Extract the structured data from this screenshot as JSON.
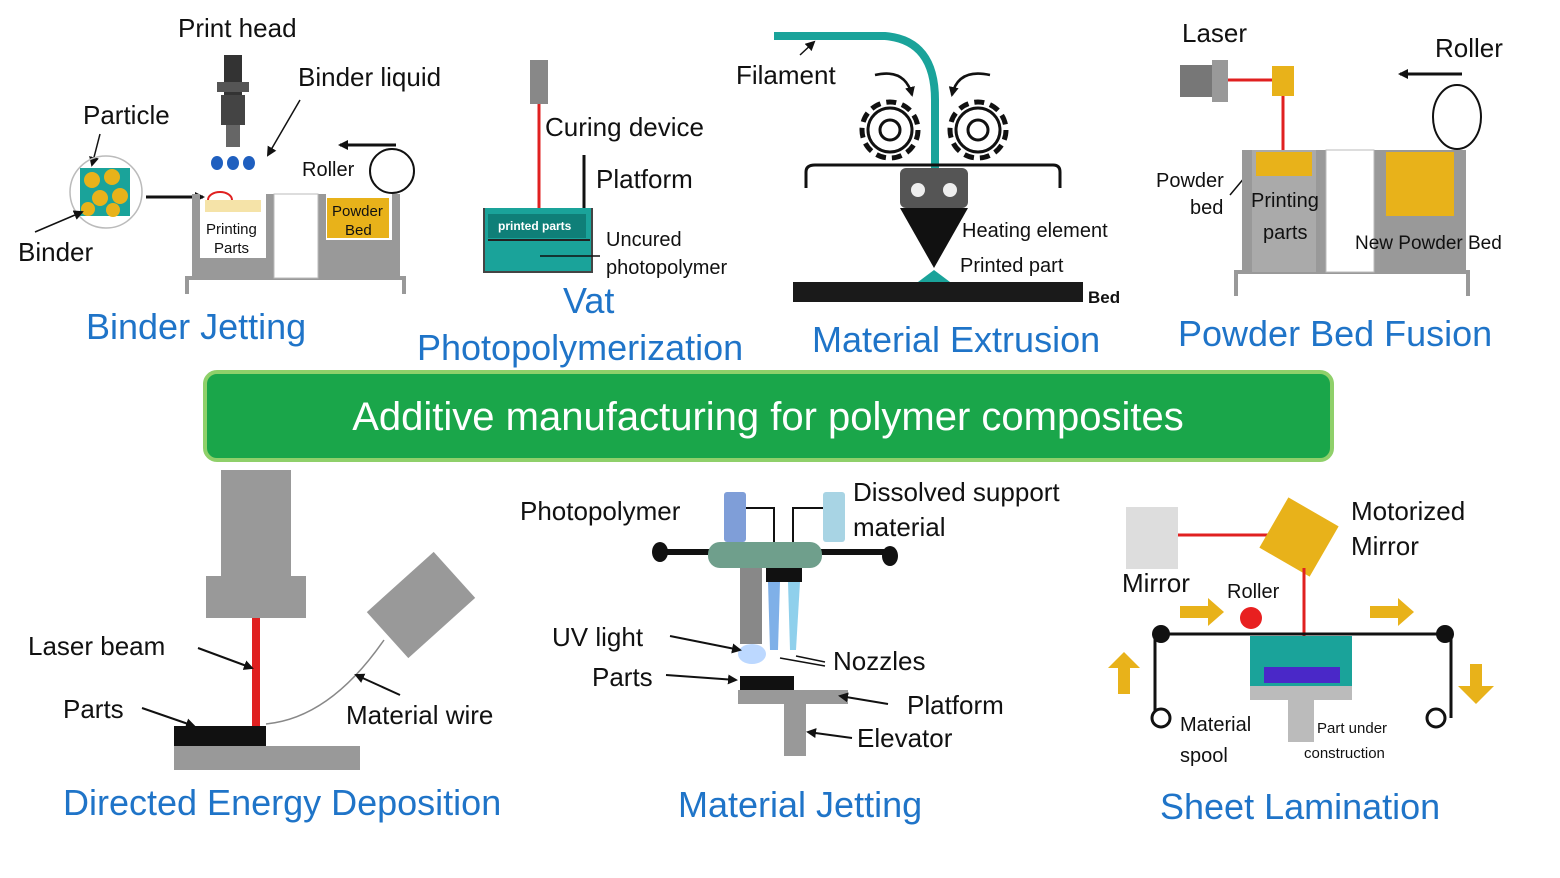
{
  "banner": {
    "title": "Additive manufacturing for polymer composites"
  },
  "binder_jetting": {
    "title": "Binder Jetting",
    "print_head": "Print head",
    "binder_liquid": "Binder liquid",
    "particle": "Particle",
    "binder": "Binder",
    "roller": "Roller",
    "printing_parts_1": "Printing",
    "printing_parts_2": "Parts",
    "powder_bed_1": "Powder",
    "powder_bed_2": "Bed"
  },
  "vat": {
    "title_1": "Vat",
    "title_2": "Photopolymerization",
    "curing_device": "Curing device",
    "platform": "Platform",
    "printed_parts": "printed parts",
    "uncured_1": "Uncured",
    "uncured_2": "photopolymer"
  },
  "material_extrusion": {
    "title": "Material Extrusion",
    "filament": "Filament",
    "heating_element": "Heating element",
    "printed_part": "Printed part",
    "bed": "Bed"
  },
  "powder_bed_fusion": {
    "title": "Powder Bed Fusion",
    "laser": "Laser",
    "roller": "Roller",
    "powder_bed_1": "Powder",
    "powder_bed_2": "bed",
    "printing_parts_1": "Printing",
    "printing_parts_2": "parts",
    "new_powder_bed": "New Powder Bed"
  },
  "ded": {
    "title": "Directed Energy Deposition",
    "laser_beam": "Laser beam",
    "parts": "Parts",
    "material_wire": "Material wire"
  },
  "material_jetting": {
    "title": "Material Jetting",
    "photopolymer": "Photopolymer",
    "dissolved_1": "Dissolved support",
    "dissolved_2": "material",
    "uv_light": "UV light",
    "parts": "Parts",
    "nozzles": "Nozzles",
    "platform": "Platform",
    "elevator": "Elevator"
  },
  "sheet_lamination": {
    "title": "Sheet Lamination",
    "motorized_1": "Motorized",
    "motorized_2": "Mirror",
    "mirror": "Mirror",
    "roller": "Roller",
    "material_1": "Material",
    "material_2": "spool",
    "part_under_1": "Part under",
    "part_under_2": "construction"
  },
  "colors": {
    "title_blue": "#1f74c8",
    "banner_green": "#1aa64a",
    "teal": "#1aa39a",
    "gold": "#e8b21a",
    "laser_red": "#e02020",
    "gray": "#9a9a9a"
  }
}
